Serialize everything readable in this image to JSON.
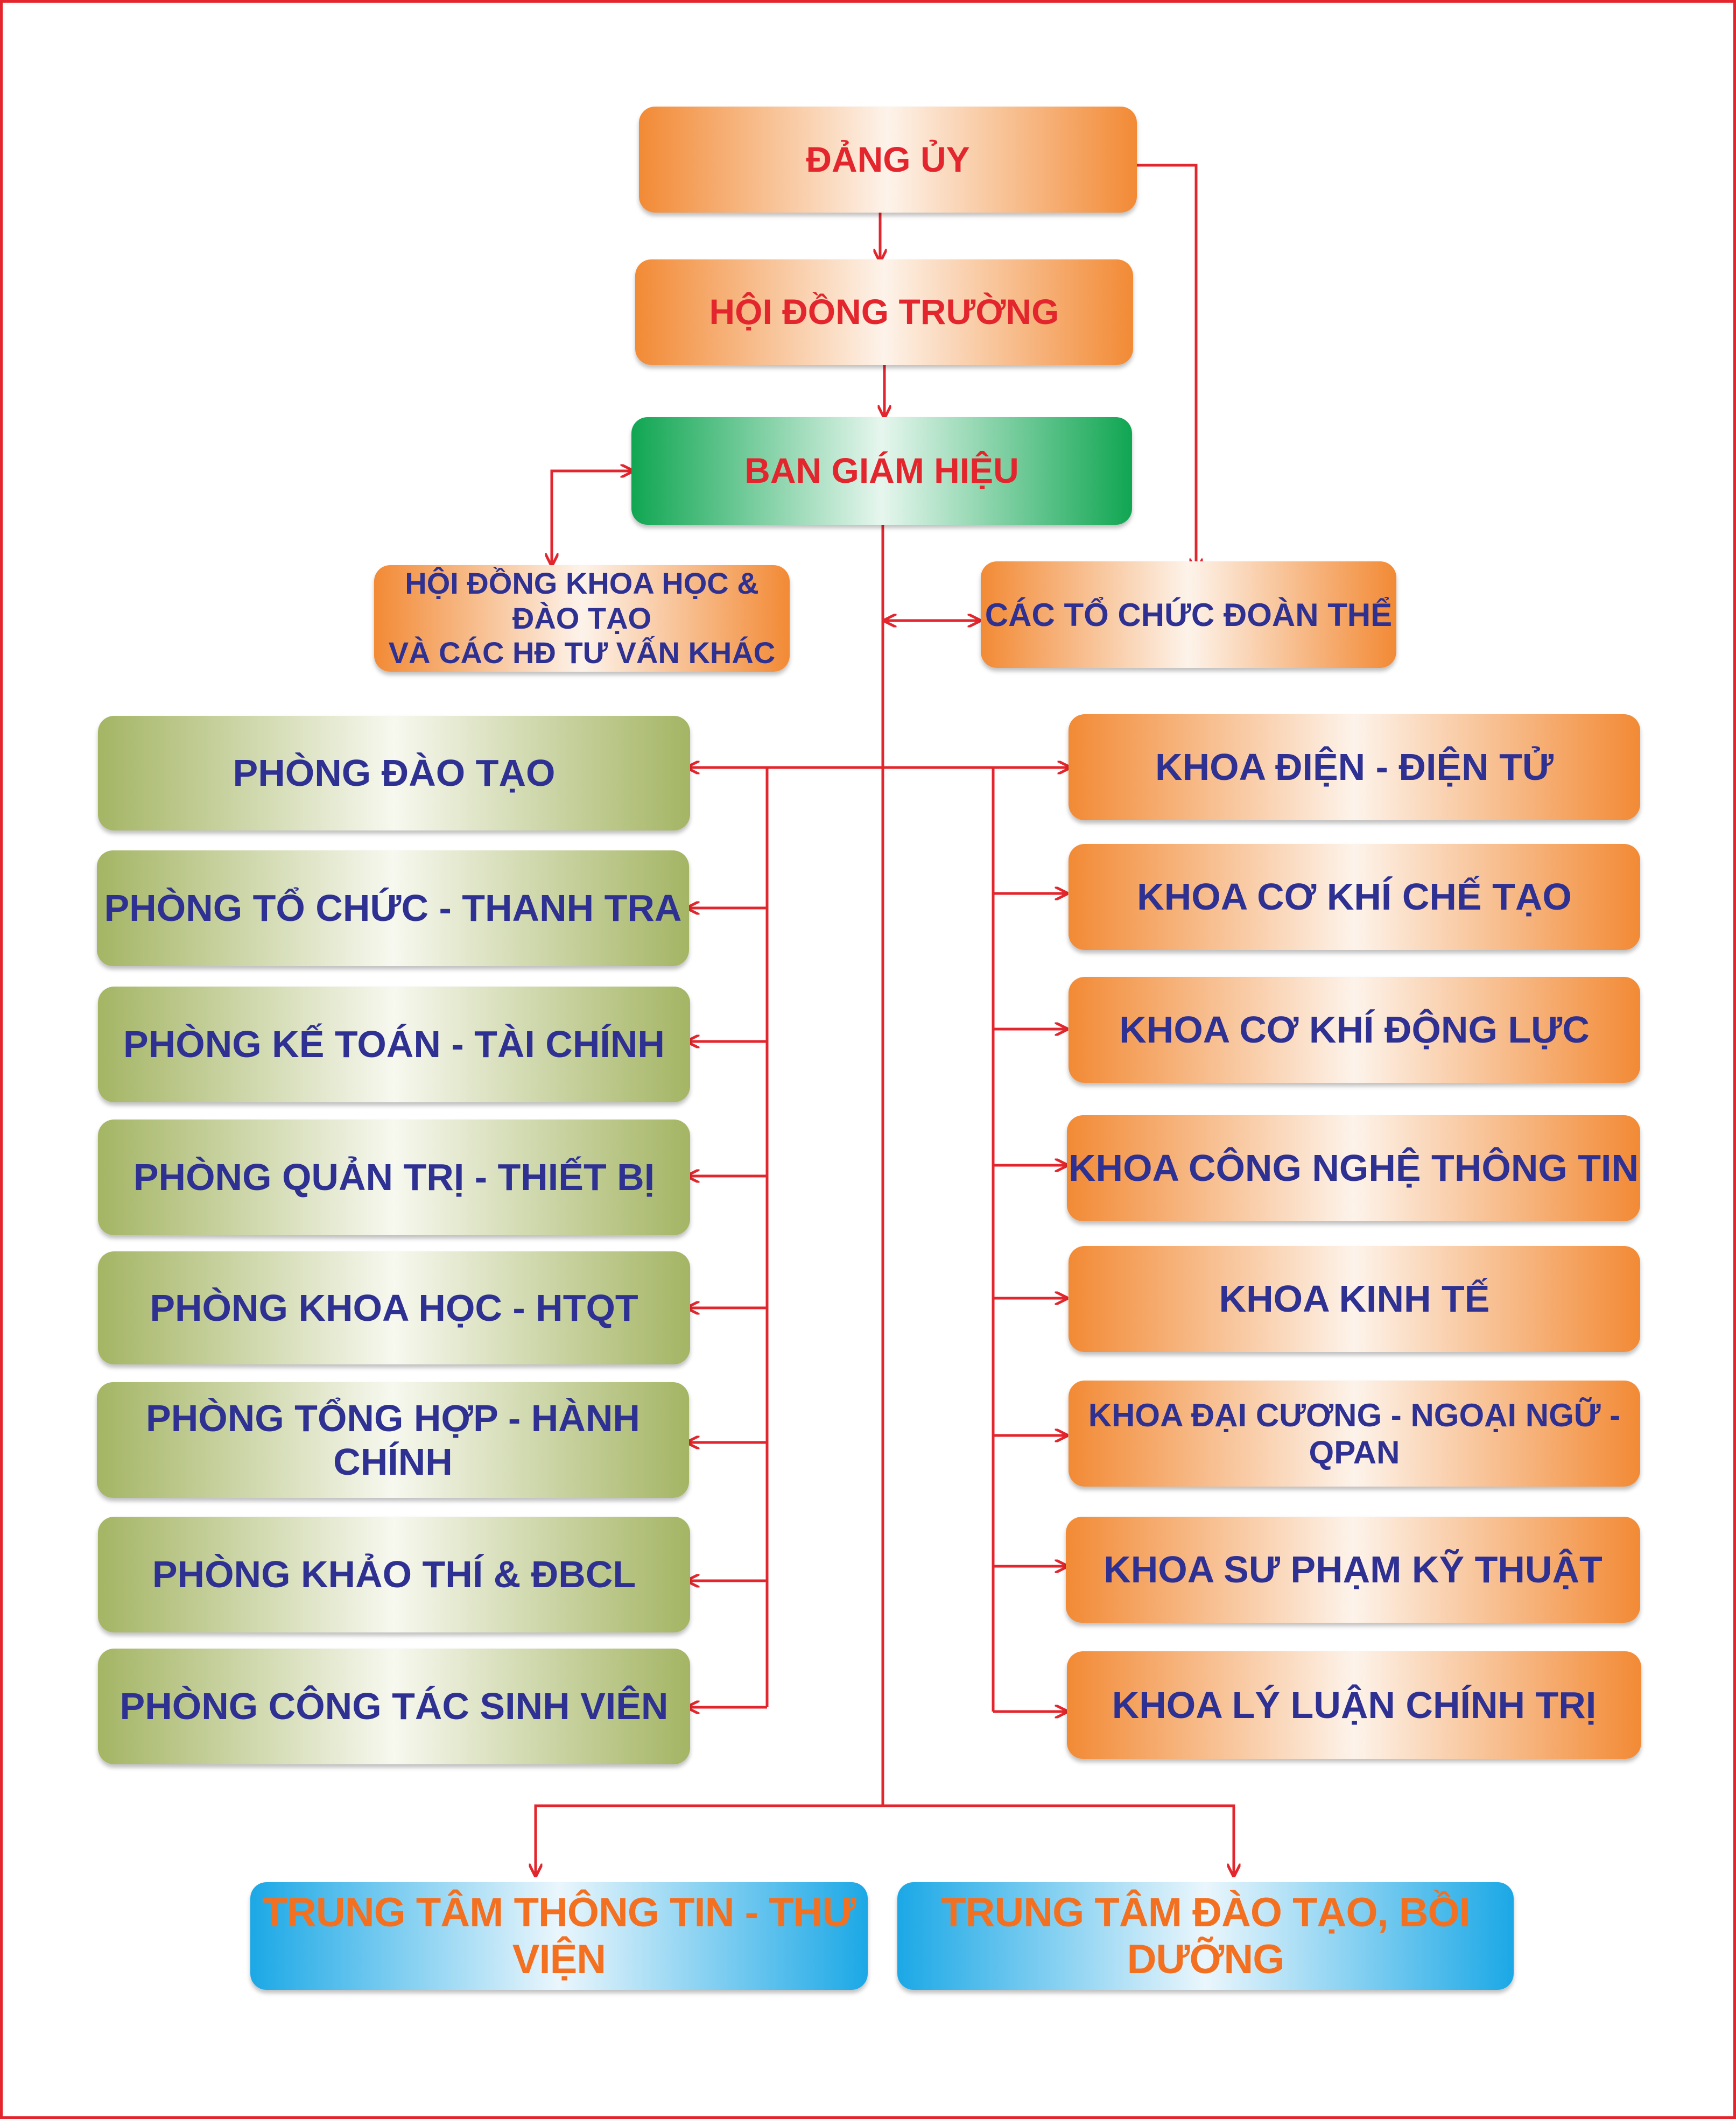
{
  "leadership": {
    "dang_uy": "ĐẢNG ỦY",
    "hoi_dong_truong": "HỘI ĐỒNG TRƯỜNG",
    "ban_giam_hieu": "BAN GIÁM HIỆU"
  },
  "advisory": {
    "line1": "HỘI ĐỒNG KHOA HỌC & ĐÀO TẠO",
    "line2": "VÀ CÁC HĐ TƯ VẤN KHÁC"
  },
  "unions": "CÁC TỔ CHỨC ĐOÀN THỂ",
  "departments": [
    "PHÒNG ĐÀO TẠO",
    "PHÒNG TỔ CHỨC - THANH TRA",
    "PHÒNG KẾ TOÁN - TÀI CHÍNH",
    "PHÒNG QUẢN TRỊ - THIẾT BỊ",
    "PHÒNG KHOA HỌC - HTQT",
    "PHÒNG TỔNG HỢP - HÀNH CHÍNH",
    "PHÒNG KHẢO THÍ & ĐBCL",
    "PHÒNG CÔNG TÁC SINH VIÊN"
  ],
  "faculties": [
    "KHOA ĐIỆN - ĐIỆN TỬ",
    "KHOA CƠ KHÍ CHẾ TẠO",
    "KHOA CƠ KHÍ ĐỘNG LỰC",
    "KHOA CÔNG NGHỆ THÔNG TIN",
    "KHOA KINH TẾ",
    "KHOA ĐẠI CƯƠNG - NGOẠI NGỮ - QPAN",
    "KHOA SƯ PHẠM KỸ THUẬT",
    "KHOA LÝ LUẬN CHÍNH TRỊ"
  ],
  "centers": [
    "TRUNG TÂM THÔNG TIN - THƯ VIỆN",
    "TRUNG TÂM ĐÀO TẠO, BỒI DƯỠNG"
  ],
  "colors": {
    "connector": "#e3262d",
    "title_red": "#e3262d",
    "label_navy": "#2e3192",
    "center_orange": "#f37021"
  }
}
